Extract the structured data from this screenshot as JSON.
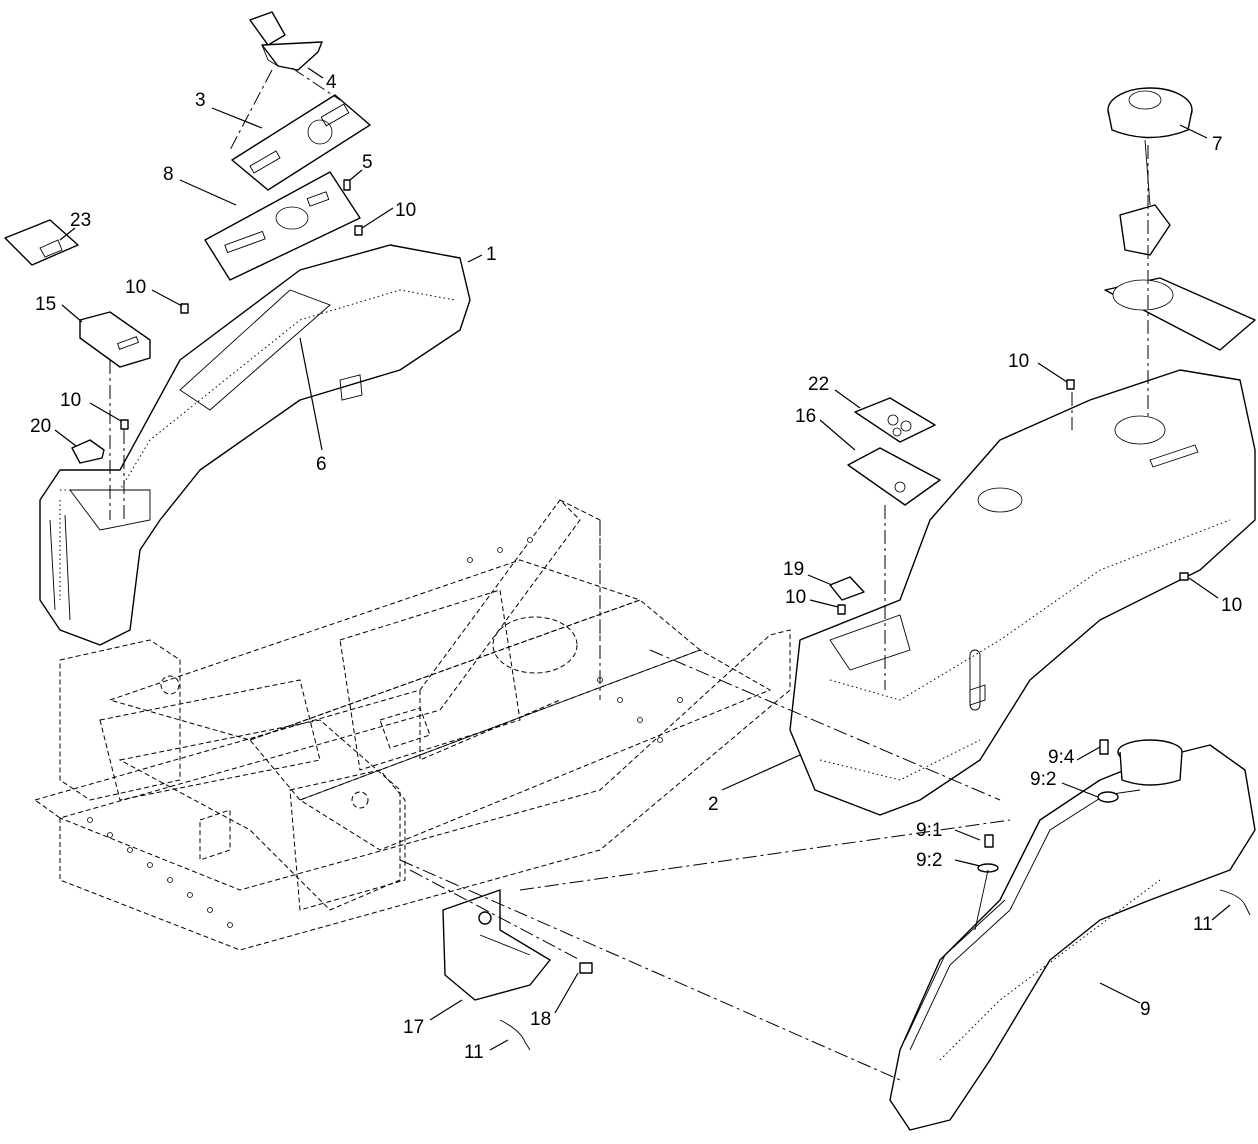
{
  "diagram": {
    "callouts": [
      {
        "id": "c1",
        "label": "1"
      },
      {
        "id": "c2",
        "label": "2"
      },
      {
        "id": "c3",
        "label": "3"
      },
      {
        "id": "c4",
        "label": "4"
      },
      {
        "id": "c5",
        "label": "5"
      },
      {
        "id": "c6",
        "label": "6"
      },
      {
        "id": "c7",
        "label": "7"
      },
      {
        "id": "c8",
        "label": "8"
      },
      {
        "id": "c9",
        "label": "9"
      },
      {
        "id": "c9-1",
        "label": "9:1"
      },
      {
        "id": "c9-2a",
        "label": "9:2"
      },
      {
        "id": "c9-2b",
        "label": "9:2"
      },
      {
        "id": "c9-4",
        "label": "9:4"
      },
      {
        "id": "c10a",
        "label": "10"
      },
      {
        "id": "c10b",
        "label": "10"
      },
      {
        "id": "c10c",
        "label": "10"
      },
      {
        "id": "c10d",
        "label": "10"
      },
      {
        "id": "c10e",
        "label": "10"
      },
      {
        "id": "c10f",
        "label": "10"
      },
      {
        "id": "c11a",
        "label": "11"
      },
      {
        "id": "c11b",
        "label": "11"
      },
      {
        "id": "c15",
        "label": "15"
      },
      {
        "id": "c16",
        "label": "16"
      },
      {
        "id": "c17",
        "label": "17"
      },
      {
        "id": "c18",
        "label": "18"
      },
      {
        "id": "c19",
        "label": "19"
      },
      {
        "id": "c20",
        "label": "20"
      },
      {
        "id": "c22",
        "label": "22"
      },
      {
        "id": "c23",
        "label": "23"
      }
    ]
  }
}
